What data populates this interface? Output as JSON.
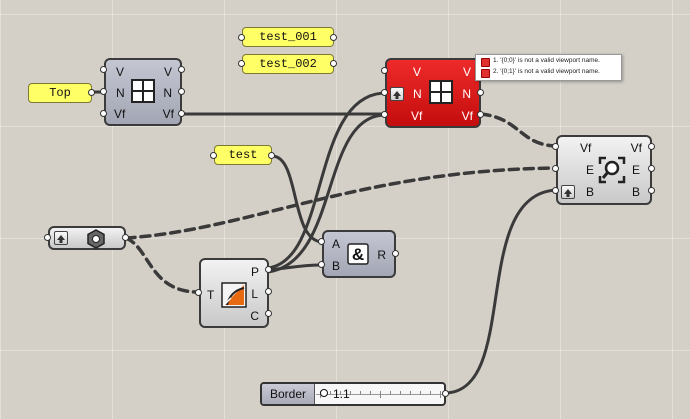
{
  "panels": {
    "top": "Top",
    "test_001": "test_001",
    "test_002": "test_002",
    "test": "test"
  },
  "named_view_left": {
    "in_v": "V",
    "in_n": "N",
    "in_vf": "Vf",
    "out_v": "V",
    "out_n": "N",
    "out_vf": "Vf"
  },
  "named_view_red": {
    "in_v": "V",
    "in_n": "N",
    "in_vf": "Vf",
    "out_v": "V",
    "out_n": "N",
    "out_vf": "Vf",
    "state_color": "#d81717"
  },
  "tooltip": {
    "line1": "1. '{0;0}' is not a valid viewport name.",
    "line2": "2. '{0;1}' is not a valid viewport name."
  },
  "zoom_component": {
    "in_vf": "Vf",
    "in_e": "E",
    "in_b": "B",
    "out_vf": "Vf",
    "out_e": "E",
    "out_b": "B"
  },
  "and_component": {
    "in_a": "A",
    "in_b": "B",
    "out_r": "R"
  },
  "layer_component": {
    "in_t": "T",
    "out_p": "P",
    "out_l": "L",
    "out_c": "C"
  },
  "slider": {
    "name": "Border",
    "value": "1.1"
  },
  "colors": {
    "canvas": "#d4d0c8",
    "panel": "#ffff66",
    "error": "#d81717"
  }
}
